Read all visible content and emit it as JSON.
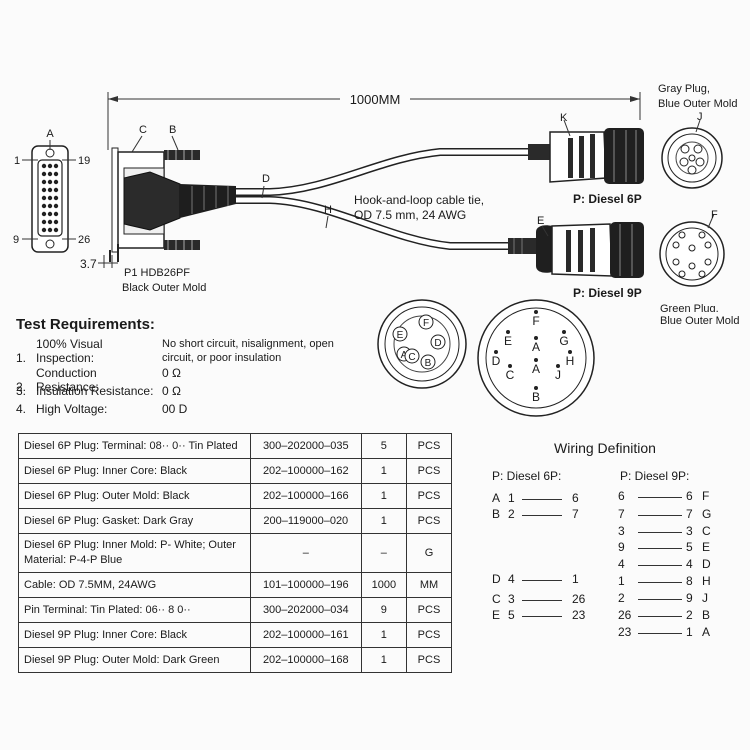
{
  "dimension": {
    "overall_length": "1000MM",
    "offset": "3.7"
  },
  "p1": {
    "pin_top_left": "1",
    "pin_top_right": "19",
    "pin_bottom_left": "9",
    "pin_bottom_right": "26",
    "callout_a": "A",
    "callout_b": "B",
    "callout_c": "C",
    "label_line1": "P1  HDB26PF",
    "label_line2": "Black Outer Mold"
  },
  "cable": {
    "callout_d": "D",
    "callout_h": "H",
    "tie_line1": "Hook-and-loop cable tie,",
    "tie_line2": "OD 7.5 mm, 24 AWG"
  },
  "diesel6p": {
    "callout": "K",
    "label": "P:  Diesel 6P",
    "face_callout": "J",
    "face_label_line1": "Gray Plug,",
    "face_label_line2": "Blue Outer Mold",
    "pins": [
      "E",
      "F",
      "D",
      "A",
      "B",
      "C"
    ]
  },
  "diesel9p": {
    "callout": "E",
    "label": "P:  Diesel 9P",
    "face_callout": "F",
    "face_label_line1": "Green Plug,",
    "face_label_line2": "Blue Outer Mold",
    "pins": [
      "F",
      "E",
      "G",
      "D",
      "A",
      "H",
      "C",
      "A",
      "J",
      "B"
    ]
  },
  "test_requirements": {
    "title": "Test Requirements:",
    "items": [
      {
        "num": "1.",
        "label": "100% Visual Inspection:",
        "value": "No short circuit, nisalignment, open circuit, or poor insulation"
      },
      {
        "num": "2.",
        "label": "Conduction Resistance:",
        "value": "0 Ω"
      },
      {
        "num": "3.",
        "label": "Insulation Resistance:",
        "value": "0 Ω"
      },
      {
        "num": "4.",
        "label": "High Voltage:",
        "value": "00 D"
      }
    ]
  },
  "bom": [
    {
      "desc": "Diesel 6P Plug: Terminal: 08·· 0·· Tin Plated",
      "part": "300–202000–035",
      "qty": "5",
      "unit": "PCS"
    },
    {
      "desc": "Diesel 6P Plug: Inner Core: Black",
      "part": "202–100000–162",
      "qty": "1",
      "unit": "PCS"
    },
    {
      "desc": "Diesel 6P Plug: Outer Mold: Black",
      "part": "202–100000–166",
      "qty": "1",
      "unit": "PCS"
    },
    {
      "desc": "Diesel 6P Plug: Gasket: Dark Gray",
      "part": "200–119000–020",
      "qty": "1",
      "unit": "PCS"
    },
    {
      "desc": "Diesel 6P Plug: Inner Mold: P- White; Outer Material: P-4-P Blue",
      "part": "–",
      "qty": "–",
      "unit": "G"
    },
    {
      "desc": "Cable: OD 7.5MM, 24AWG",
      "part": "101–100000–196",
      "qty": "1000",
      "unit": "MM"
    },
    {
      "desc": "Pin Terminal: Tin Plated: 06·· 8 0··",
      "part": "300–202000–034",
      "qty": "9",
      "unit": "PCS"
    },
    {
      "desc": "Diesel 9P Plug: Inner Core: Black",
      "part": "202–100000–161",
      "qty": "1",
      "unit": "PCS"
    },
    {
      "desc": "Diesel 9P Plug: Outer Mold: Dark Green",
      "part": "202–100000–168",
      "qty": "1",
      "unit": "PCS"
    }
  ],
  "wiring": {
    "title": "Wiring Definition",
    "left_header": "P: Diesel 6P:",
    "right_header": "P: Diesel 9P:",
    "left_rows": [
      {
        "letter": "A",
        "from": "1",
        "to": "6"
      },
      {
        "letter": "B",
        "from": "2",
        "to": "7"
      },
      {
        "letter": "D",
        "from": "4",
        "to": "1"
      },
      {
        "letter": "C",
        "from": "3",
        "to": "26"
      },
      {
        "letter": "E",
        "from": "5",
        "to": "23"
      }
    ],
    "right_rows": [
      {
        "from": "6",
        "to": "6",
        "letter": "F"
      },
      {
        "from": "7",
        "to": "7",
        "letter": "G"
      },
      {
        "from": "3",
        "to": "3",
        "letter": "C"
      },
      {
        "from": "9",
        "to": "5",
        "letter": "E"
      },
      {
        "from": "4",
        "to": "4",
        "letter": "D"
      },
      {
        "from": "1",
        "to": "8",
        "letter": "H"
      },
      {
        "from": "2",
        "to": "9",
        "letter": "J"
      },
      {
        "from": "26",
        "to": "2",
        "letter": "B"
      },
      {
        "from": "23",
        "to": "1",
        "letter": "A"
      }
    ]
  }
}
